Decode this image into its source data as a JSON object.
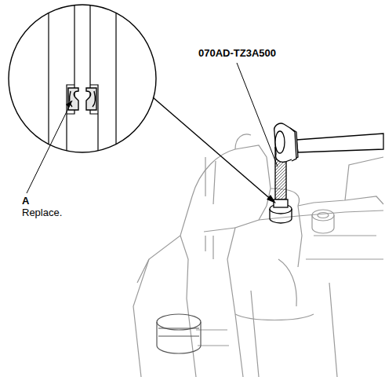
{
  "diagram": {
    "labels": [
      "070AD-TZ3A500",
      "A",
      "Replace."
    ]
  }
}
